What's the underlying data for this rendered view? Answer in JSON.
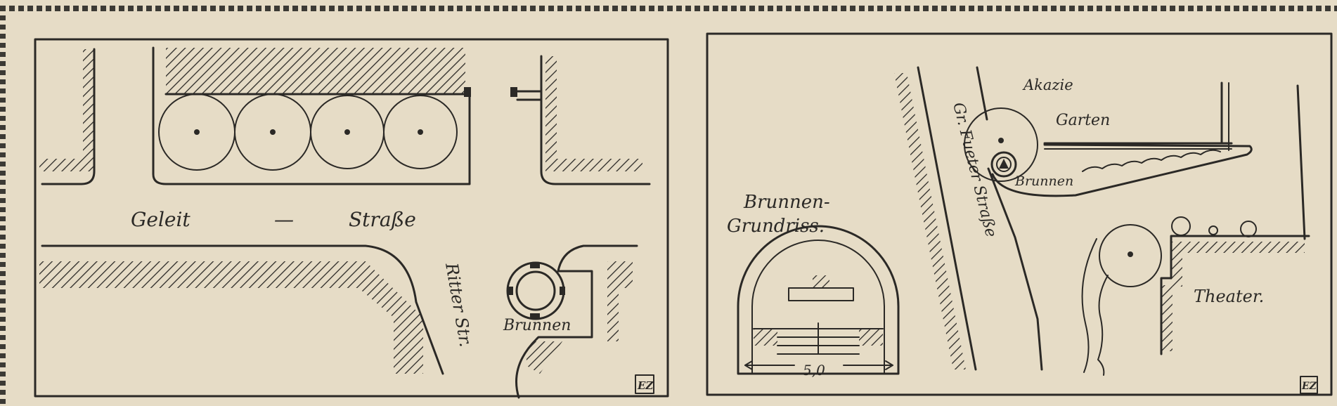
{
  "plan_left": {
    "labels": {
      "street_part1": "Geleit",
      "dash": "—",
      "street_part2": "Straße",
      "side_street": "Ritter Str.",
      "fountain": "Brunnen",
      "monogram": "EZ"
    }
  },
  "plan_right": {
    "labels": {
      "acacia": "Akazie",
      "garden": "Garten",
      "fountain": "Brunnen",
      "street": "Gr. Fueter Straße",
      "theater": "Theater.",
      "ground_plan_line1": "Brunnen-",
      "ground_plan_line2": "Grundriss.",
      "dimension": "5,0",
      "monogram": "EZ"
    }
  },
  "colors": {
    "paper": "#e6dcc6",
    "ink": "#2b2926"
  }
}
